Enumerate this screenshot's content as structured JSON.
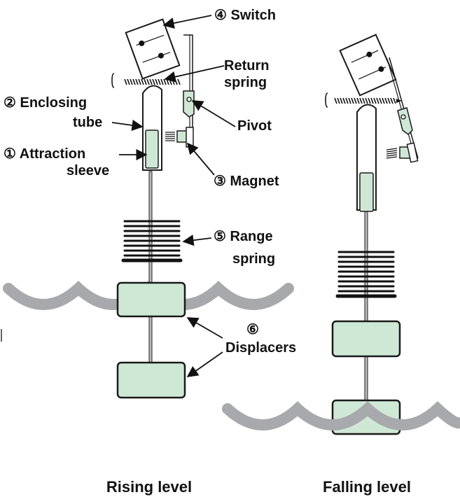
{
  "labels": {
    "switch": "④ Switch",
    "return_spring_line1": "Return",
    "return_spring_line2": "spring",
    "enclosing_tube_line1": "② Enclosing",
    "enclosing_tube_line2": "tube",
    "pivot": "Pivot",
    "attraction_sleeve_line1": "① Attraction",
    "attraction_sleeve_line2": "sleeve",
    "magnet": "③ Magnet",
    "range_spring_line1": "⑤ Range",
    "range_spring_line2": "spring",
    "displacers_number": "⑥",
    "displacers": "Displacers"
  },
  "captions": {
    "rising": "Rising level",
    "falling": "Falling level"
  },
  "colors": {
    "displacer_fill": "#cfe8d6",
    "water": "#a7a9ac",
    "outline": "#1a1a1a",
    "sleeve_fill": "#cfe8d6"
  }
}
